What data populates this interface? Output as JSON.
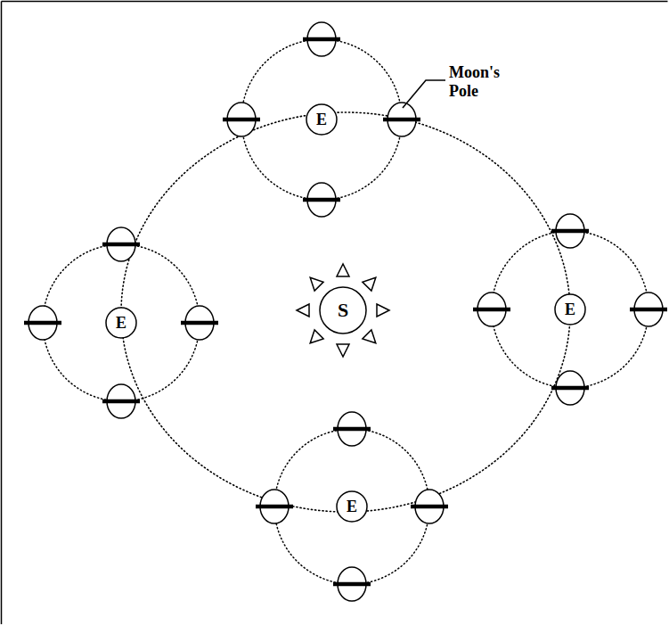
{
  "diagram": {
    "nodes": [
      {
        "text": [
          "E"
        ]
      },
      {
        "text": [
          "E"
        ]
      },
      {
        "text": [
          "S"
        ]
      },
      {
        "text": [
          "E"
        ]
      },
      {
        "text": [
          "E"
        ]
      }
    ],
    "labels": [
      "Moon's Pole"
    ]
  }
}
